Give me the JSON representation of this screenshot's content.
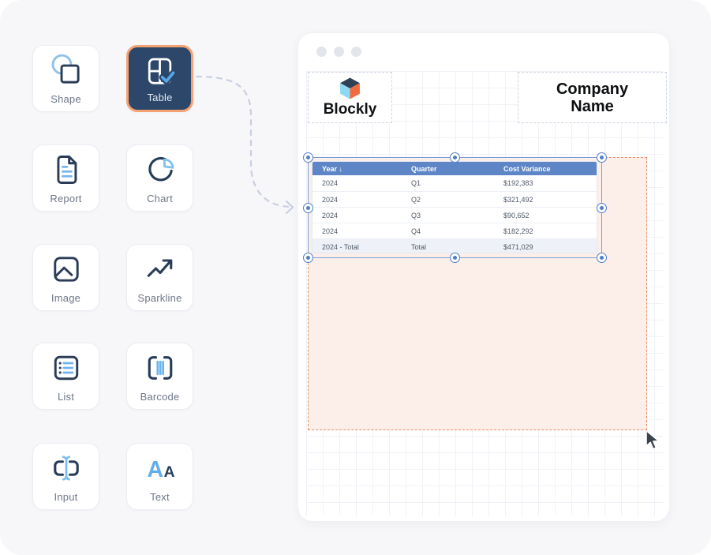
{
  "sidebar": {
    "tools": [
      {
        "label": "Shape"
      },
      {
        "label": "Table",
        "selected": true
      },
      {
        "label": "Report"
      },
      {
        "label": "Chart"
      },
      {
        "label": "Image"
      },
      {
        "label": "Sparkline"
      },
      {
        "label": "List"
      },
      {
        "label": "Barcode"
      },
      {
        "label": "Input"
      },
      {
        "label": "Text"
      }
    ]
  },
  "canvas": {
    "logo": {
      "text": "Blockly"
    },
    "company": {
      "text": "Company Name"
    },
    "table": {
      "columns": [
        "Year ↓",
        "Quarter",
        "Cost Variance"
      ],
      "rows": [
        [
          "2024",
          "Q1",
          "$192,383"
        ],
        [
          "2024",
          "Q2",
          "$321,492"
        ],
        [
          "2024",
          "Q3",
          "$90,652"
        ],
        [
          "2024",
          "Q4",
          "$182,292"
        ],
        [
          "2024 - Total",
          "Total",
          "$471,029"
        ]
      ]
    }
  },
  "colors": {
    "accent_orange": "#f5a273",
    "selected_navy": "#2c4769",
    "icon_navy": "#2b3c58",
    "icon_blue": "#6db3ee",
    "table_header_blue": "#5e86c6",
    "selection_blue": "#4f7fc9",
    "placement_pink_fill": "#fcefe9",
    "placement_pink_border": "#ef8e68",
    "logo_cube_top": "#2e4157",
    "logo_cube_left": "#8ed9f2",
    "logo_cube_right": "#f26b40"
  }
}
